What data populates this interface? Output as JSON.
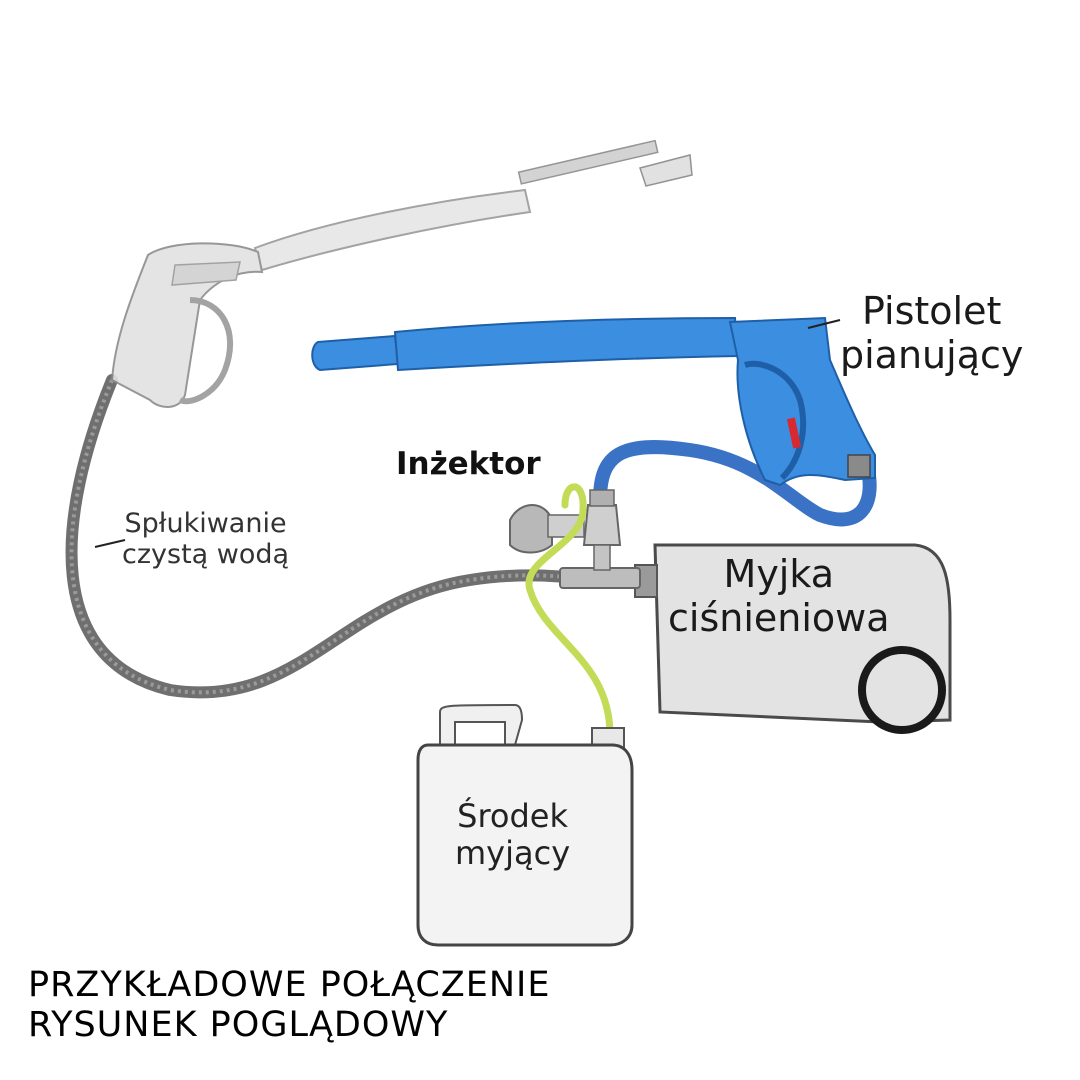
{
  "labels": {
    "foam_gun": [
      "Pistolet",
      "pianujący"
    ],
    "injector": "Inżektor",
    "rinse": [
      "Spłukiwanie",
      "czystą wodą"
    ],
    "pressure_washer": [
      "Myjka",
      "ciśnieniowa"
    ],
    "detergent": [
      "Środek",
      "myjący"
    ]
  },
  "caption": [
    "PRZYKŁADOWE POŁĄCZENIE",
    "RYSUNEK POGLĄDOWY"
  ],
  "colors": {
    "foam_gun_blue": "#3b8ee0",
    "rinse_gun_gray": "#d9d9d9",
    "hose_gray": "#6f6f6f",
    "suction_tube": "#c3dc58",
    "washer_body": "#e3e3e3",
    "canister": "#f2f2f2"
  }
}
